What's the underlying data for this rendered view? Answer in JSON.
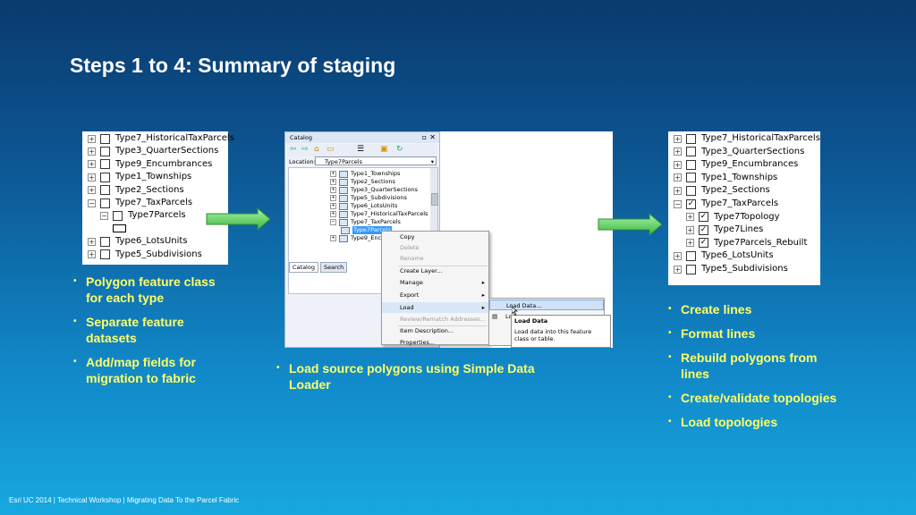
{
  "slide": {
    "title": "Steps 1 to 4: Summary of staging"
  },
  "left_tree": {
    "items": [
      {
        "expander": "+",
        "checked": false,
        "label": "Type7_HistoricalTaxParcels"
      },
      {
        "expander": "+",
        "checked": false,
        "label": "Type3_QuarterSections"
      },
      {
        "expander": "+",
        "checked": false,
        "label": "Type9_Encumbrances"
      },
      {
        "expander": "+",
        "checked": false,
        "label": "Type1_Townships"
      },
      {
        "expander": "+",
        "checked": false,
        "label": "Type2_Sections"
      },
      {
        "expander": "−",
        "checked": false,
        "label": "Type7_TaxParcels"
      },
      {
        "expander": "−",
        "checked": false,
        "label": "Type7Parcels",
        "indent": 1
      },
      {
        "expander": "",
        "checked": null,
        "label": "",
        "indent": 2,
        "symbol": true
      },
      {
        "expander": "+",
        "checked": false,
        "label": "Type6_LotsUnits"
      },
      {
        "expander": "+",
        "checked": false,
        "label": "Type5_Subdivisions"
      }
    ]
  },
  "left_bullets": [
    "Polygon feature class for each type",
    "Separate feature datasets",
    "Add/map fields for migration to fabric"
  ],
  "catalog": {
    "title": "Catalog",
    "location_label": "Location:",
    "location_value": "Type7Parcels",
    "tree": [
      "Type1_Townships",
      "Type2_Sections",
      "Type3_QuarterSections",
      "Type5_Subdivisions",
      "Type6_LotsUnits",
      "Type7_HistoricalTaxParcels",
      "Type7_TaxParcels",
      "Type7Parcels",
      "Type9_Encum"
    ],
    "tabs": [
      "Catalog",
      "Search"
    ],
    "context_menu": [
      {
        "label": "Copy",
        "disabled": false
      },
      {
        "label": "Delete",
        "disabled": true
      },
      {
        "label": "Rename",
        "disabled": true
      },
      {
        "label": "Create Layer...",
        "disabled": false
      },
      {
        "label": "Manage",
        "disabled": false,
        "submenu": true
      },
      {
        "label": "Export",
        "disabled": false,
        "submenu": true
      },
      {
        "label": "Load",
        "disabled": false,
        "submenu": true
      },
      {
        "label": "Review/Rematch Addresses...",
        "disabled": true
      },
      {
        "label": "Item Description...",
        "disabled": false
      },
      {
        "label": "Properties...",
        "disabled": false
      }
    ],
    "submenu": [
      "Load Data...",
      "Lo"
    ],
    "tooltip_title": "Load Data",
    "tooltip_text": "Load data into this feature class or table."
  },
  "middle_bullets": [
    "Load source polygons using Simple Data Loader"
  ],
  "right_tree": {
    "items": [
      {
        "expander": "+",
        "checked": false,
        "label": "Type7_HistoricalTaxParcels"
      },
      {
        "expander": "+",
        "checked": false,
        "label": "Type3_QuarterSections"
      },
      {
        "expander": "+",
        "checked": false,
        "label": "Type9_Encumbrances"
      },
      {
        "expander": "+",
        "checked": false,
        "label": "Type1_Townships"
      },
      {
        "expander": "+",
        "checked": false,
        "label": "Type2_Sections"
      },
      {
        "expander": "−",
        "checked": true,
        "label": "Type7_TaxParcels"
      },
      {
        "expander": "+",
        "checked": true,
        "label": "Type7Topology",
        "indent": 1
      },
      {
        "expander": "+",
        "checked": true,
        "label": "Type7Lines",
        "indent": 1
      },
      {
        "expander": "+",
        "checked": true,
        "label": "Type7Parcels_Rebuilt",
        "indent": 1
      },
      {
        "expander": "+",
        "checked": false,
        "label": "Type6_LotsUnits"
      },
      {
        "expander": "+",
        "checked": false,
        "label": "Type5_Subdivisions"
      }
    ]
  },
  "right_bullets": [
    "Create lines",
    "Format lines",
    "Rebuild polygons from lines",
    "Create/validate topologies",
    "Load topologies"
  ],
  "footer": {
    "text": "Esri UC 2014 | Technical Workshop |  Migrating Data To the Parcel Fabric"
  },
  "colors": {
    "bullet_text": "#ffff66",
    "arrow": "#5fd35f"
  }
}
